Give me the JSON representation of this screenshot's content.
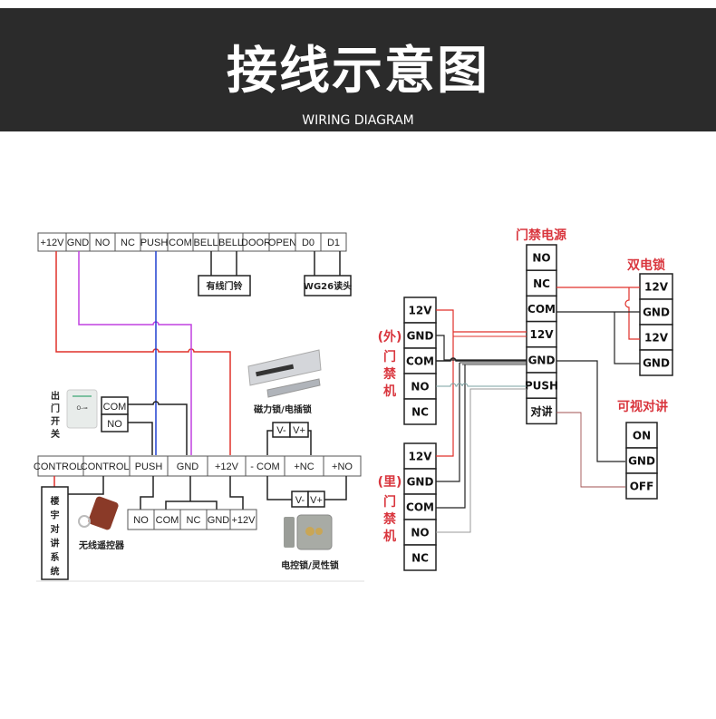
{
  "header": {
    "title": "接线示意图",
    "subtitle": "WIRING DIAGRAM"
  },
  "left_diagram": {
    "top_terminals": [
      "+12V",
      "GND",
      "NO",
      "NC",
      "PUSH",
      "COM",
      "BELL",
      "BELL",
      "DOOR",
      "OPEN",
      "D0",
      "D1"
    ],
    "doorbell_label": "有线门铃",
    "reader_label": "WG26读头",
    "exit_button": {
      "label_chars": [
        "出",
        "门",
        "开",
        "关"
      ],
      "terminals": [
        "COM",
        "NO"
      ]
    },
    "mag_lock_label": "磁力锁/电插锁",
    "mag_lock_terminals": [
      "V-",
      "V+"
    ],
    "bottom_terminals": [
      "CONTROL+",
      "CONTROL-",
      "PUSH",
      "GND",
      "+12V",
      "- COM",
      "+NC",
      "+NO"
    ],
    "intercom_label_chars": [
      "楼",
      "宇",
      "对",
      "讲",
      "系",
      "统"
    ],
    "remote_label": "无线遥控器",
    "remote_terminals": [
      "NO",
      "COM",
      "NC",
      "GND",
      "+12V"
    ],
    "electric_lock_terminals": [
      "V-",
      "V+"
    ],
    "electric_lock_label": "电控锁/灵性锁",
    "wire_colors": {
      "power": "#e0302a",
      "ground": "#c040e0",
      "push": "#2040d0",
      "signal": "#222222"
    }
  },
  "right_diagram": {
    "power_supply": {
      "title": "门禁电源",
      "terminals": [
        "NO",
        "NC",
        "COM",
        "12V",
        "GND",
        "PUSH",
        "对讲"
      ]
    },
    "outer_controller": {
      "label_prefix": "(外)",
      "label_chars": [
        "门",
        "禁",
        "机"
      ],
      "terminals": [
        "12V",
        "GND",
        "COM",
        "NO",
        "NC"
      ]
    },
    "inner_controller": {
      "label_prefix": "(里)",
      "label_chars": [
        "门",
        "禁",
        "机"
      ],
      "terminals": [
        "12V",
        "GND",
        "COM",
        "NO",
        "NC"
      ]
    },
    "double_lock": {
      "title": "双电锁",
      "terminals": [
        "12V",
        "GND",
        "12V",
        "GND"
      ]
    },
    "video_intercom": {
      "title": "可视对讲",
      "terminals": [
        "ON",
        "GND",
        "OFF"
      ]
    },
    "accent_color": "#d9363e"
  }
}
